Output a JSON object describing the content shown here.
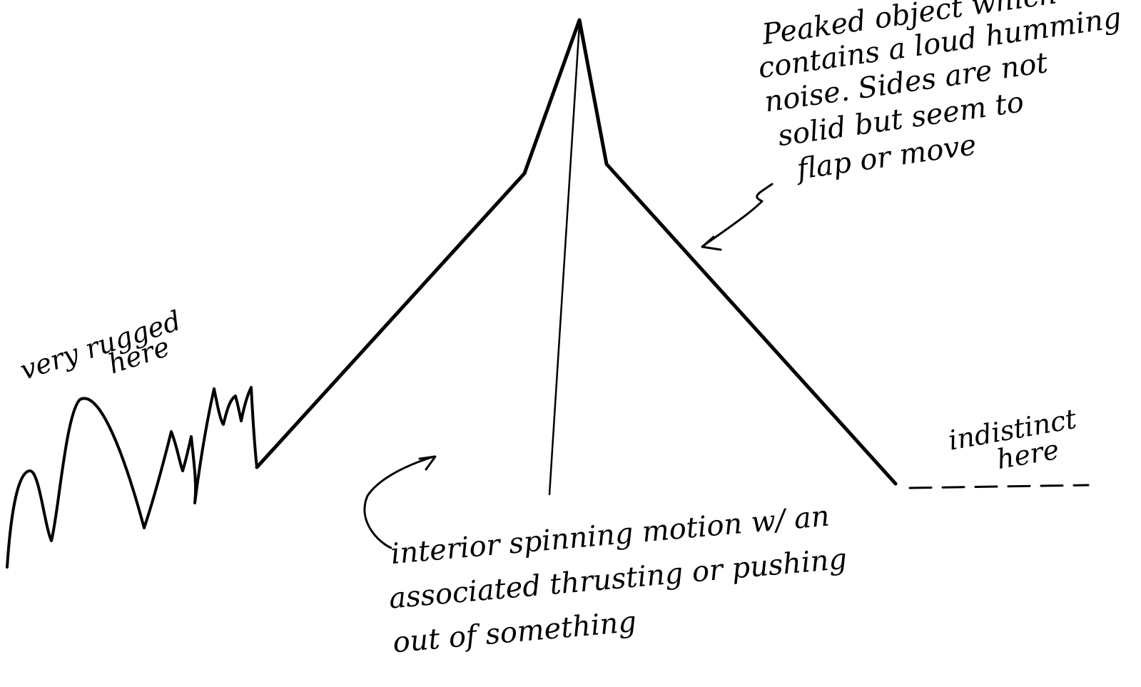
{
  "annotations": {
    "peak_note": {
      "lines": [
        "Peaked object which",
        "contains a loud humming",
        "noise. Sides are not",
        "solid but seem to",
        "flap or move"
      ]
    },
    "rugged_note": {
      "lines": [
        "very rugged",
        "here"
      ]
    },
    "indistinct_note": {
      "lines": [
        "indistinct",
        "here"
      ]
    },
    "interior_note": {
      "lines": [
        "interior spinning motion w/ an",
        "associated thrusting or pushing",
        "out of something"
      ]
    }
  },
  "colors": {
    "ink": "#000000",
    "paper": "#ffffff"
  }
}
